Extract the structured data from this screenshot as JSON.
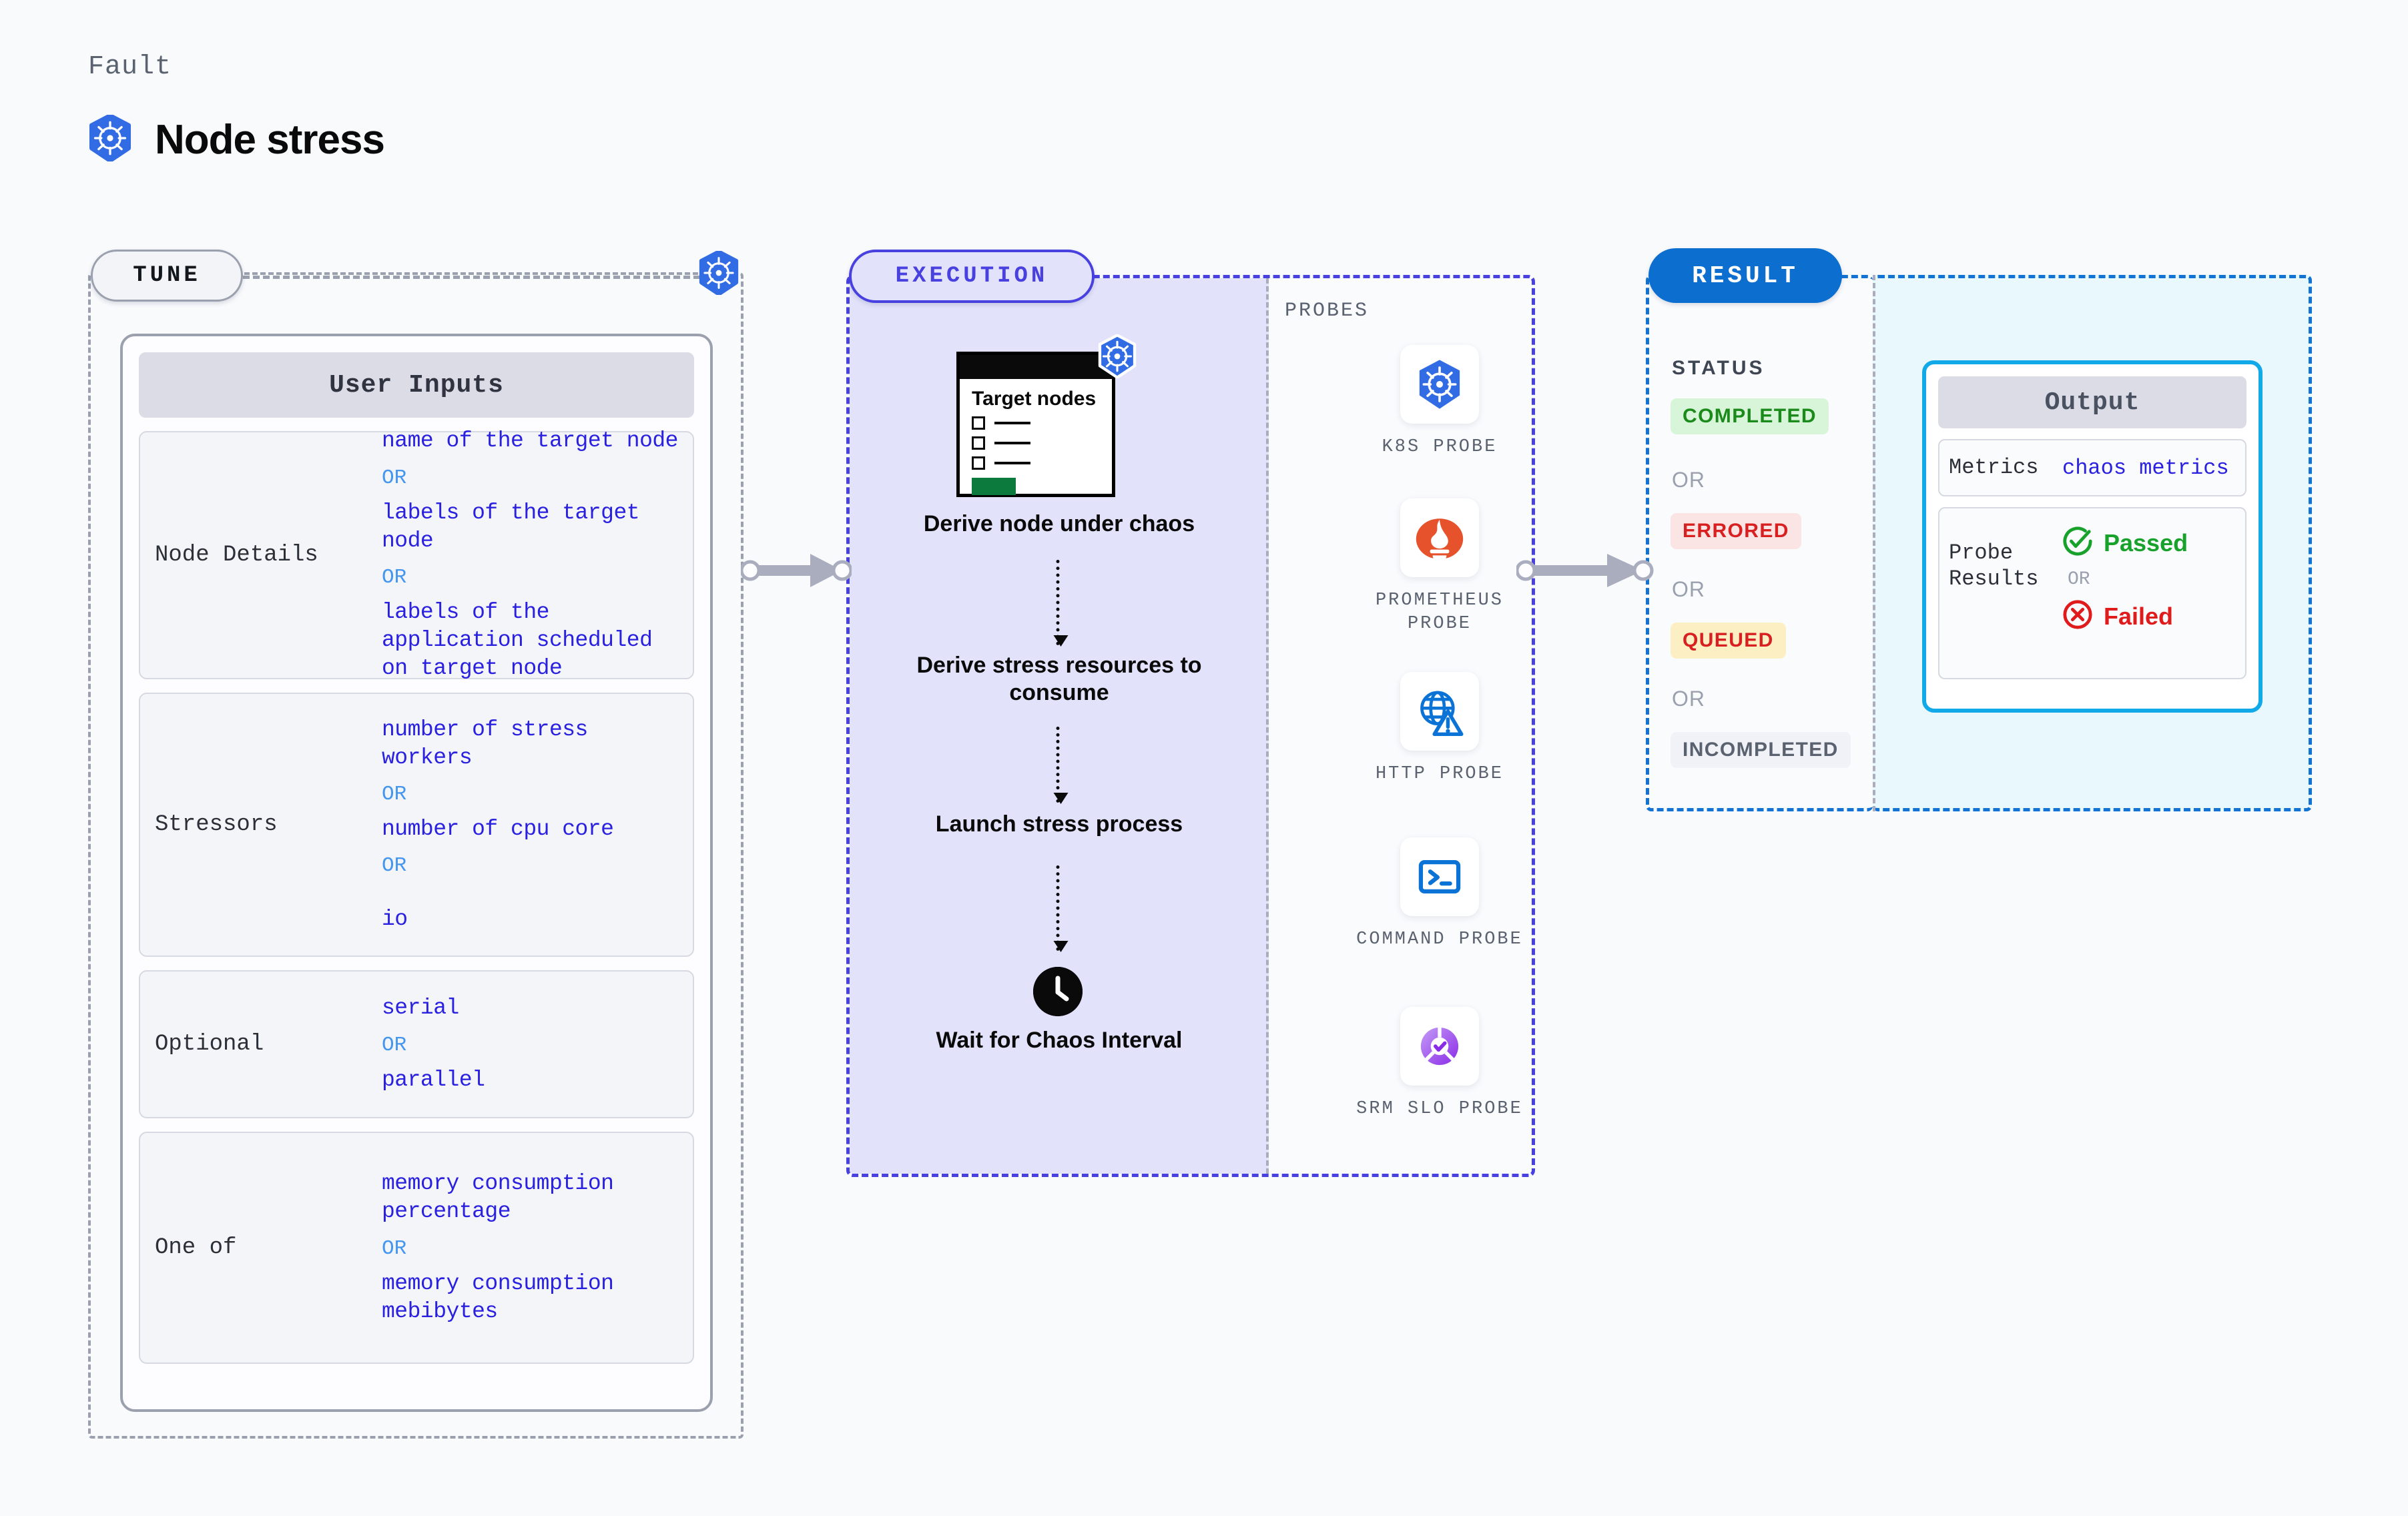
{
  "header": {
    "kicker": "Fault",
    "title": "Node stress",
    "icon": "kubernetes-icon"
  },
  "tune": {
    "pill_label": "TUNE",
    "card_header": "User Inputs",
    "connector_icon": "kubernetes-icon",
    "groups": [
      {
        "label": "Node Details",
        "values": [
          "name of the target node",
          "labels of the target node",
          "labels of the application scheduled on target node"
        ],
        "separator": "OR"
      },
      {
        "label": "Stressors",
        "values": [
          "number of stress workers",
          "number of cpu core",
          "io"
        ],
        "separator": "OR"
      },
      {
        "label": "Optional",
        "values": [
          "serial",
          "parallel"
        ],
        "separator": "OR"
      },
      {
        "label": "One of",
        "values": [
          "memory consumption percentage",
          "memory consumption mebibytes"
        ],
        "separator": "OR"
      }
    ]
  },
  "execution": {
    "pill_label": "EXECUTION",
    "target_card": {
      "title": "Target nodes",
      "icon": "kubernetes-icon",
      "checkbox_rows": 3
    },
    "steps": [
      {
        "label": "Derive node under chaos"
      },
      {
        "label": "Derive stress resources to consume"
      },
      {
        "label": "Launch stress process"
      },
      {
        "label": "Wait for Chaos Interval",
        "icon": "clock-icon"
      }
    ],
    "probes_label": "PROBES",
    "probes": [
      {
        "name": "K8S PROBE",
        "icon": "kubernetes-icon"
      },
      {
        "name": "PROMETHEUS PROBE",
        "icon": "prometheus-icon"
      },
      {
        "name": "HTTP PROBE",
        "icon": "globe-warning-icon"
      },
      {
        "name": "COMMAND PROBE",
        "icon": "terminal-icon"
      },
      {
        "name": "SRM SLO PROBE",
        "icon": "slo-donut-check-icon"
      }
    ]
  },
  "result": {
    "pill_label": "RESULT",
    "status_label": "STATUS",
    "separator": "OR",
    "statuses": [
      {
        "label": "COMPLETED",
        "color": "#1a8a1a",
        "background": "#d9f5d9"
      },
      {
        "label": "ERRORED",
        "color": "#d82020",
        "background": "#fbe4e4"
      },
      {
        "label": "QUEUED",
        "color": "#d82020",
        "background": "#fcefc4"
      },
      {
        "label": "INCOMPLETED",
        "color": "#5a6270",
        "background": "#f1f2f7"
      }
    ],
    "output": {
      "header": "Output",
      "rows": [
        {
          "label": "Metrics",
          "value": "chaos metrics"
        }
      ],
      "probe_results_label": "Probe Results",
      "passed": {
        "label": "Passed",
        "icon": "check-circle-icon",
        "color": "#18a22c"
      },
      "failed": {
        "label": "Failed",
        "icon": "x-circle-icon",
        "color": "#e01b1b"
      },
      "separator": "OR"
    }
  },
  "colors": {
    "page_background": "#f9fafc",
    "tune_border": "#9aa0ad",
    "execution_border": "#4940e0",
    "execution_fill": "#e2e2fb",
    "result_border": "#1273d4",
    "result_fill": "#e8f8fd",
    "value_text": "#2a21e0",
    "or_text": "#4596ef"
  }
}
